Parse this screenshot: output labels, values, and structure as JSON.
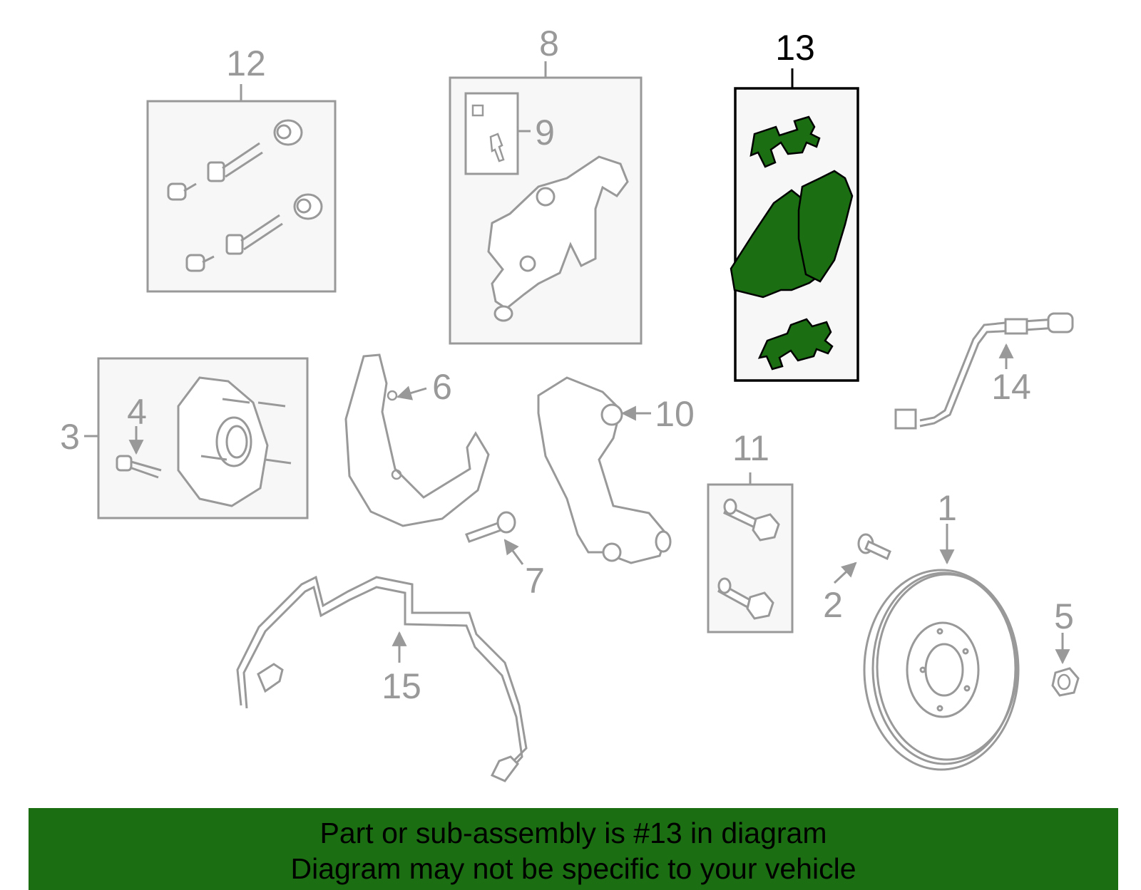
{
  "colors": {
    "line": "#999999",
    "highlight_line": "#000000",
    "highlight_fill": "#1b6f12",
    "box_fill": "#f7f7f7",
    "banner": "#1b6f12"
  },
  "callouts": {
    "c1": "1",
    "c2": "2",
    "c3": "3",
    "c4": "4",
    "c5": "5",
    "c6": "6",
    "c7": "7",
    "c8": "8",
    "c9": "9",
    "c10": "10",
    "c11": "11",
    "c12": "12",
    "c13": "13",
    "c14": "14",
    "c15": "15"
  },
  "banner": {
    "line1": "Part or sub-assembly is #13 in diagram",
    "line2": "Diagram may not be specific to your vehicle"
  }
}
